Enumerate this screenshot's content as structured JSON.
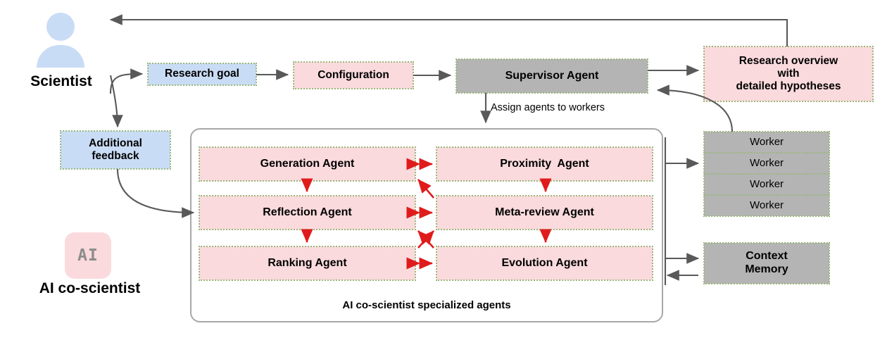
{
  "title": "AI co-scientist multi-agent system architecture",
  "actors": {
    "scientist_label": "Scientist",
    "person_icon": "person-icon",
    "ai_logo_text": "AI",
    "ai_label": "AI co-scientist"
  },
  "flow_nodes": {
    "research_goal": "Research goal",
    "additional_feedback": "Additional\nfeedback",
    "configuration": "Configuration",
    "supervisor_agent": "Supervisor Agent",
    "research_overview": "Research overview\nwith\ndetailed hypotheses",
    "context_memory": "Context\nMemory"
  },
  "edge_labels": {
    "assign_agents": "Assign agents to workers"
  },
  "agents_panel": {
    "caption": "AI co-scientist specialized agents",
    "left_column": [
      "Generation Agent",
      "Reflection Agent",
      "Ranking Agent"
    ],
    "right_column": [
      "Proximity  Agent",
      "Meta-review Agent",
      "Evolution Agent"
    ]
  },
  "workers": {
    "items": [
      "Worker",
      "Worker",
      "Worker",
      "Worker"
    ]
  },
  "colors": {
    "pink_fill": "#fadadd",
    "blue_fill": "#c9dcf5",
    "gray_fill": "#b4b4b4",
    "dotted_border": "#9ab87a",
    "gray_arrow": "#595959",
    "red_arrow": "#e01b1b",
    "panel_border": "#a8a8a8",
    "ai_logo_text": "#8c8c8c"
  }
}
